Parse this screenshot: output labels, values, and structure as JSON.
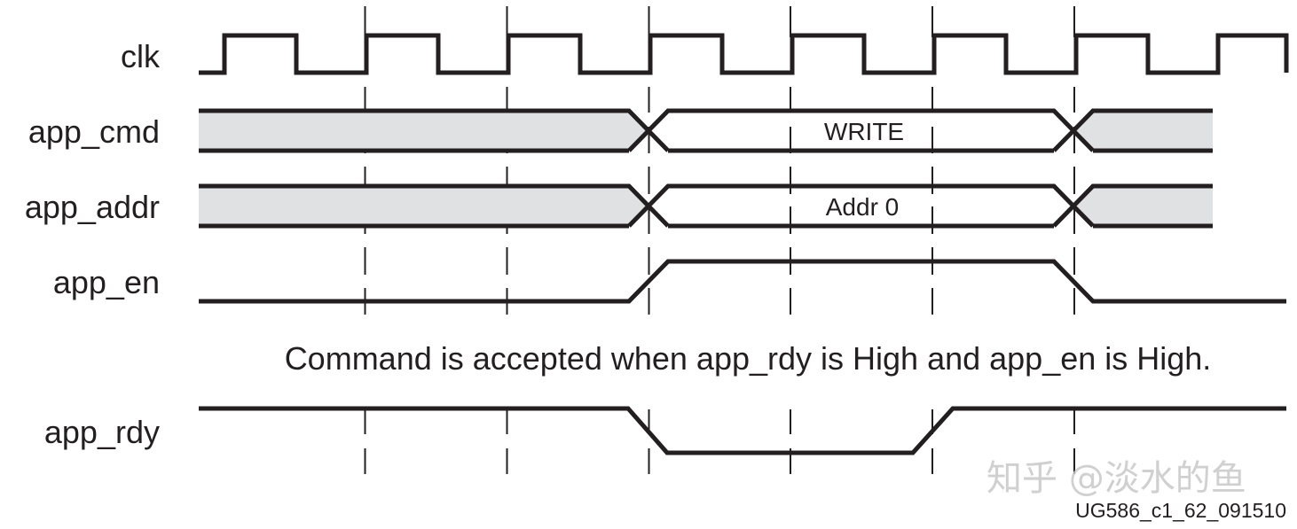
{
  "diagram": {
    "type": "timing-diagram",
    "signals": [
      {
        "id": "clk",
        "label": "clk",
        "kind": "clock",
        "cycles_shown": 7.5
      },
      {
        "id": "app_cmd",
        "label": "app_cmd",
        "kind": "bus",
        "segments": [
          {
            "state": "undefined",
            "from_edge": 0,
            "to_edge": 3
          },
          {
            "state": "valid",
            "value": "WRITE",
            "from_edge": 3,
            "to_edge": 6
          },
          {
            "state": "undefined",
            "from_edge": 6,
            "to_edge": 7
          }
        ]
      },
      {
        "id": "app_addr",
        "label": "app_addr",
        "kind": "bus",
        "segments": [
          {
            "state": "undefined",
            "from_edge": 0,
            "to_edge": 3
          },
          {
            "state": "valid",
            "value": "Addr 0",
            "from_edge": 3,
            "to_edge": 6
          },
          {
            "state": "undefined",
            "from_edge": 6,
            "to_edge": 7
          }
        ]
      },
      {
        "id": "app_en",
        "label": "app_en",
        "kind": "bit",
        "levels": [
          {
            "level": "low",
            "until_edge": 3
          },
          {
            "level": "high",
            "until_edge": 6
          },
          {
            "level": "low",
            "until_edge": "end"
          }
        ]
      },
      {
        "id": "app_rdy",
        "label": "app_rdy",
        "kind": "bit",
        "levels": [
          {
            "level": "high",
            "until_edge": 3
          },
          {
            "level": "low",
            "until_edge": 5
          },
          {
            "level": "high",
            "until_edge": "end"
          }
        ]
      }
    ],
    "note": "Command is accepted when app_rdy is High and app_en is High.",
    "figure_id": "UG586_c1_62_091510",
    "watermark": "知乎 @淡水的鱼"
  },
  "colors": {
    "ink": "#231f20",
    "bus_undefined_fill": "#e0e1e2",
    "watermark": "#c8c8c8"
  }
}
